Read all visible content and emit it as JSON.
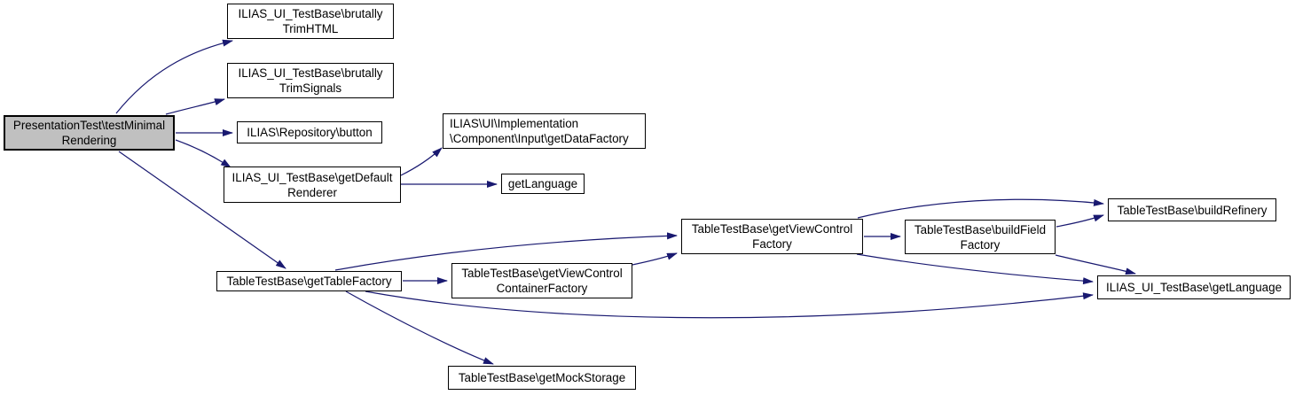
{
  "diagram": {
    "type": "call-graph",
    "background_color": "#ffffff",
    "edge_color": "#191970",
    "node_fill_color": "#ffffff",
    "node_border_color": "#000000",
    "root_node_fill_color": "#c0c0c0",
    "text_color": "#000000"
  },
  "nodes": {
    "testMinimalRendering": {
      "label": "PresentationTest\\testMinimalRendering",
      "lines": [
        "PresentationTest\\testMinimal",
        "Rendering"
      ],
      "role": "root"
    },
    "brutallyTrimHTML": {
      "label": "ILIAS_UI_TestBase\\brutallyTrimHTML",
      "lines": [
        "ILIAS_UI_TestBase\\brutally",
        "TrimHTML"
      ]
    },
    "brutallyTrimSignals": {
      "label": "ILIAS_UI_TestBase\\brutallyTrimSignals",
      "lines": [
        "ILIAS_UI_TestBase\\brutally",
        "TrimSignals"
      ]
    },
    "repositoryButton": {
      "label": "ILIAS\\Repository\\button",
      "lines": [
        "ILIAS\\Repository\\button"
      ]
    },
    "getDefaultRenderer": {
      "label": "ILIAS_UI_TestBase\\getDefaultRenderer",
      "lines": [
        "ILIAS_UI_TestBase\\getDefault",
        "Renderer"
      ]
    },
    "getDataFactory": {
      "label": "ILIAS\\UI\\Implementation\\Component\\Input\\getDataFactory",
      "lines": [
        "ILIAS\\UI\\Implementation",
        "\\Component\\Input\\getDataFactory"
      ]
    },
    "getLanguageShort": {
      "label": "getLanguage",
      "lines": [
        "getLanguage"
      ]
    },
    "getTableFactory": {
      "label": "TableTestBase\\getTableFactory",
      "lines": [
        "TableTestBase\\getTableFactory"
      ]
    },
    "getViewControlContainerFactory": {
      "label": "TableTestBase\\getViewControlContainerFactory",
      "lines": [
        "TableTestBase\\getViewControl",
        "ContainerFactory"
      ]
    },
    "getViewControlFactory": {
      "label": "TableTestBase\\getViewControlFactory",
      "lines": [
        "TableTestBase\\getViewControl",
        "Factory"
      ]
    },
    "buildFieldFactory": {
      "label": "TableTestBase\\buildFieldFactory",
      "lines": [
        "TableTestBase\\buildField",
        "Factory"
      ]
    },
    "buildRefinery": {
      "label": "TableTestBase\\buildRefinery",
      "lines": [
        "TableTestBase\\buildRefinery"
      ]
    },
    "getLanguage": {
      "label": "ILIAS_UI_TestBase\\getLanguage",
      "lines": [
        "ILIAS_UI_TestBase\\getLanguage"
      ]
    },
    "getMockStorage": {
      "label": "TableTestBase\\getMockStorage",
      "lines": [
        "TableTestBase\\getMockStorage"
      ]
    }
  },
  "edges": [
    {
      "from": "testMinimalRendering",
      "to": "brutallyTrimHTML"
    },
    {
      "from": "testMinimalRendering",
      "to": "brutallyTrimSignals"
    },
    {
      "from": "testMinimalRendering",
      "to": "repositoryButton"
    },
    {
      "from": "testMinimalRendering",
      "to": "getDefaultRenderer"
    },
    {
      "from": "testMinimalRendering",
      "to": "getTableFactory"
    },
    {
      "from": "getDefaultRenderer",
      "to": "getDataFactory"
    },
    {
      "from": "getDefaultRenderer",
      "to": "getLanguageShort"
    },
    {
      "from": "getTableFactory",
      "to": "getViewControlFactory"
    },
    {
      "from": "getTableFactory",
      "to": "getViewControlContainerFactory"
    },
    {
      "from": "getTableFactory",
      "to": "getLanguage"
    },
    {
      "from": "getTableFactory",
      "to": "getMockStorage"
    },
    {
      "from": "getViewControlContainerFactory",
      "to": "getViewControlFactory"
    },
    {
      "from": "getViewControlFactory",
      "to": "buildFieldFactory"
    },
    {
      "from": "getViewControlFactory",
      "to": "buildRefinery"
    },
    {
      "from": "getViewControlFactory",
      "to": "getLanguage"
    },
    {
      "from": "buildFieldFactory",
      "to": "buildRefinery"
    },
    {
      "from": "buildFieldFactory",
      "to": "getLanguage"
    }
  ]
}
